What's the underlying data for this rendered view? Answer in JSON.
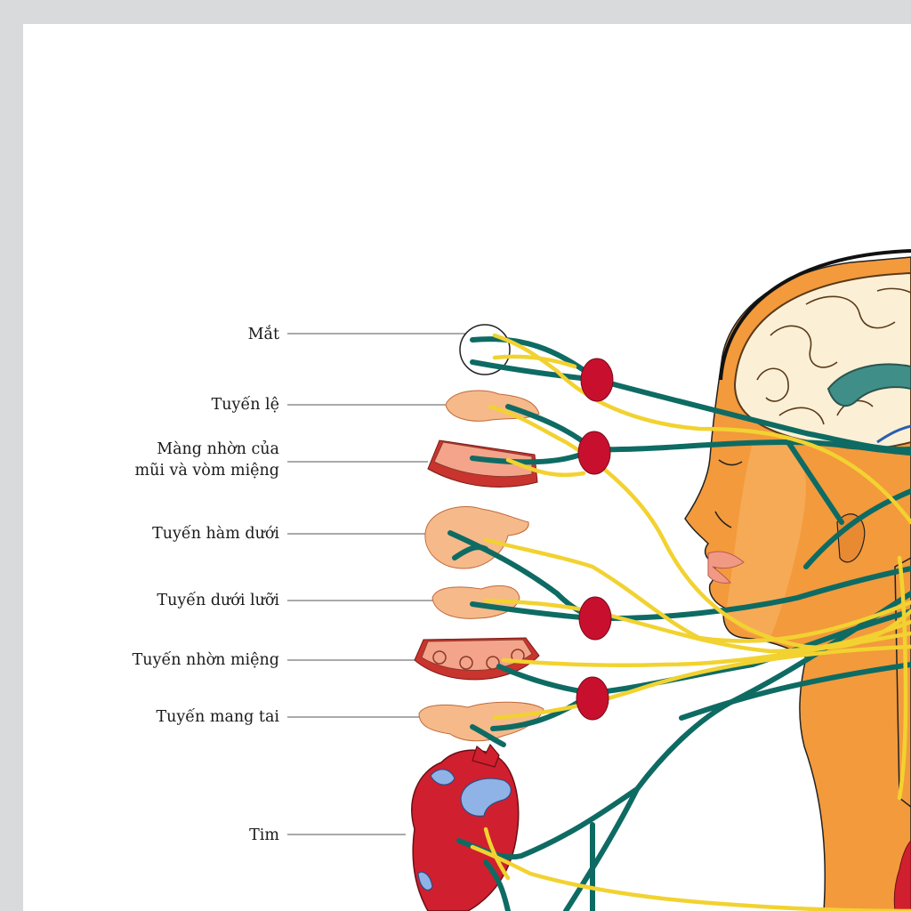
{
  "labels": {
    "eye": "Mắt",
    "lacrimal_gland": "Tuyến lệ",
    "nasal_palatal_mucosa_line1": "Màng nhờn của",
    "nasal_palatal_mucosa_line2": "mũi và vòm miệng",
    "submandibular_gland": "Tuyến hàm dưới",
    "sublingual_gland": "Tuyến dưới lưỡi",
    "oral_mucous_gland": "Tuyến nhờn miệng",
    "parotid_gland": "Tuyến mang tai",
    "heart": "Tim"
  },
  "colors": {
    "background_frame": "#d9dadc",
    "paper": "#ffffff",
    "parasympathetic_nerve": "#0e6b63",
    "sympathetic_nerve": "#f2d230",
    "ganglion": "#c8102e",
    "gland": "#f6b98a",
    "skin": "#f39a3c",
    "heart": "#d01f2e",
    "vessel": "#8fb3e6",
    "brain": "#fbf0d5"
  }
}
